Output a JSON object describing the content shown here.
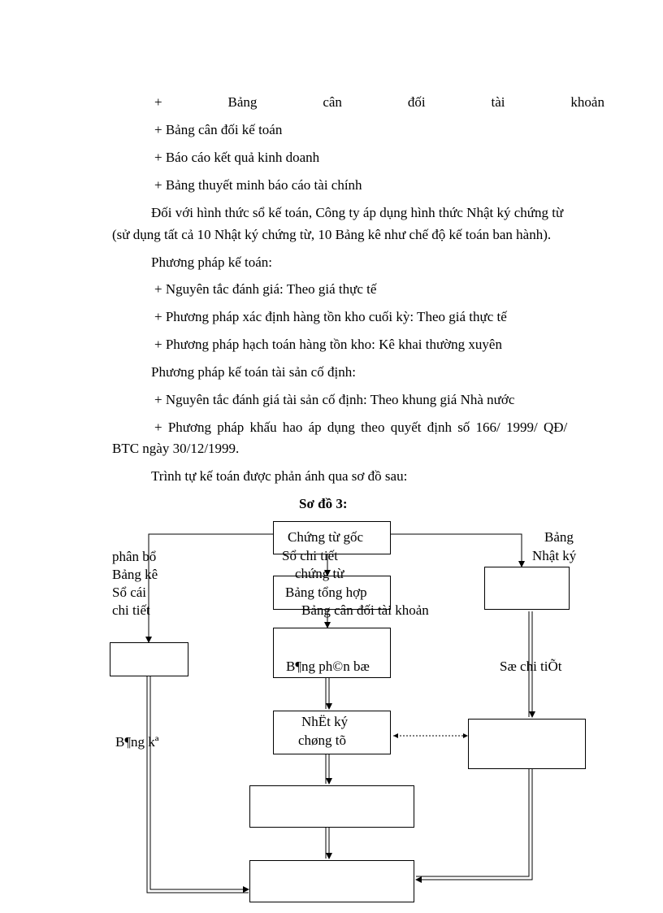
{
  "paragraphs": {
    "row1": [
      "+",
      "Bảng",
      "cân",
      "đối",
      "tài",
      "khoản"
    ],
    "b2": "+ Bảng cân đối kế toán",
    "b3": "+ Báo cáo kết quả kinh doanh",
    "b4": "+ Bảng thuyết minh báo cáo tài chính",
    "p1a": "Đối với hình thức sổ kế toán, Công ty áp dụng hình thức Nhật ký chứng từ",
    "p1b": "(sử dụng tất cả 10 Nhật ký chứng từ, 10 Bảng kê như chế độ kế toán ban hành).",
    "h1": "Phương pháp kế toán:",
    "b5": "+ Nguyên tắc đánh giá: Theo giá thực tế",
    "b6": "+ Phương pháp xác định hàng tồn kho cuối kỳ: Theo giá thực tế",
    "b7": "+ Phương pháp hạch toán hàng tồn kho: Kê khai thường xuyên",
    "h2": "Phương pháp kế toán tài sản cố định:",
    "b8": "+ Nguyên tắc đánh giá tài sản cố định: Theo khung giá Nhà nước",
    "b9a": "+ Phương pháp khấu hao áp dụng theo quyết định số 166/ 1999/ QĐ/",
    "b9b": "BTC ngày 30/12/1999.",
    "p2": "Trình tự kế toán được phản ánh qua sơ đồ sau:"
  },
  "diagram": {
    "title": "Sơ đồ 3:",
    "chung_tu_goc": "Chứng từ gốc",
    "left_labels": [
      "phân bổ",
      "Bảng kê",
      "Sổ cái",
      "chi tiết"
    ],
    "center_labels": [
      "Sổ chi tiết",
      "chứng từ"
    ],
    "right_labels": [
      "Bảng",
      "Nhật ký"
    ],
    "bang_tong_hop": "Bảng tổng hợp",
    "bang_can_doi": "Bảng cân đối tài khoản",
    "bang_phan_bo": "B¶ng ph©n bæ",
    "so_chi_tiet_garbled": "Sæ chi tiÕt",
    "nhat_ky_line1": "NhËt ký",
    "nhat_ky_line2": "chøng tõ",
    "bang_ke_garbled": "B¶ng kª"
  }
}
